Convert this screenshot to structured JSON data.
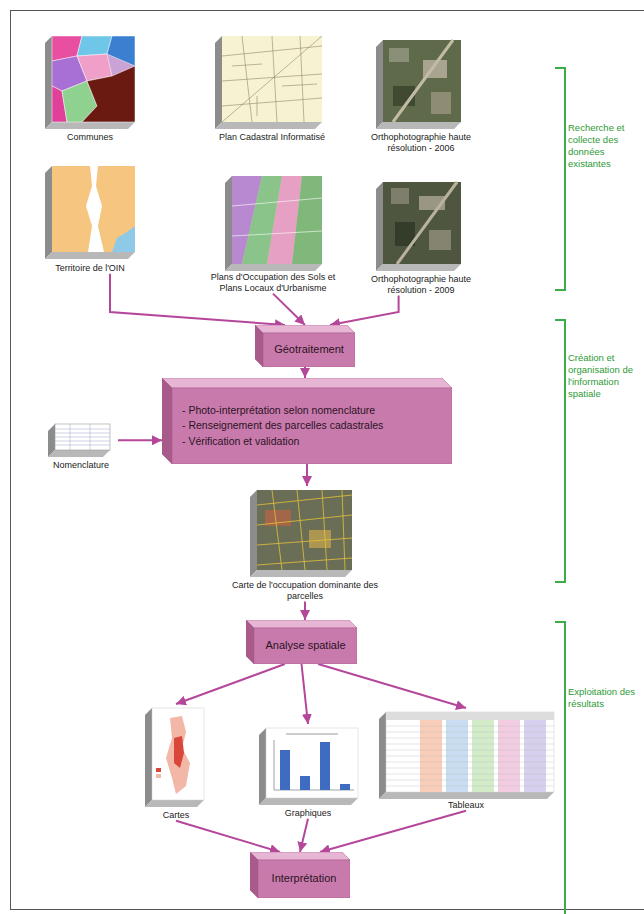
{
  "diagram": {
    "nodes": [
      {
        "text": [
          "Communes"
        ]
      },
      {
        "text": [
          "Plan Cadastral Informatisé"
        ]
      },
      {
        "text": [
          "Orthophotographie haute résolution - 2006"
        ]
      },
      {
        "text": [
          "Territoire de l'OIN"
        ]
      },
      {
        "text": [
          "Plans d'Occupation des Sols et Plans Locaux d'Urbanisme"
        ]
      },
      {
        "text": [
          "Orthophotographie haute résolution - 2009"
        ]
      },
      {
        "text": [
          "Géotraitement"
        ]
      },
      {
        "text": [
          "Nomenclature"
        ]
      },
      {
        "text": [
          "- Photo-interprétation selon nomenclature",
          "- Renseignement des parcelles cadastrales",
          "- Vérification et validation"
        ]
      },
      {
        "text": [
          "Carte de l'occupation dominante des parcelles"
        ]
      },
      {
        "text": [
          "Analyse spatiale"
        ]
      },
      {
        "text": [
          "Cartes"
        ]
      },
      {
        "text": [
          "Graphiques"
        ]
      },
      {
        "text": [
          "Tableaux"
        ]
      },
      {
        "text": [
          "Interprétation"
        ]
      }
    ],
    "edges": [
      {
        "from": 3,
        "to": 6,
        "arrow": "to"
      },
      {
        "from": 4,
        "to": 6,
        "arrow": "to"
      },
      {
        "from": 5,
        "to": 6,
        "arrow": "to"
      },
      {
        "from": 6,
        "to": 8,
        "arrow": "to"
      },
      {
        "from": 7,
        "to": 8,
        "arrow": "to"
      },
      {
        "from": 8,
        "to": 9,
        "arrow": "to"
      },
      {
        "from": 9,
        "to": 10,
        "arrow": "to"
      },
      {
        "from": 10,
        "to": 11,
        "arrow": "to"
      },
      {
        "from": 10,
        "to": 12,
        "arrow": "to"
      },
      {
        "from": 10,
        "to": 13,
        "arrow": "to"
      },
      {
        "from": 11,
        "to": 14,
        "arrow": "to"
      },
      {
        "from": 12,
        "to": 14,
        "arrow": "to"
      },
      {
        "from": 13,
        "to": 14,
        "arrow": "to"
      }
    ],
    "labels": [
      "Recherche et collecte des données existantes",
      "Création et organisation de l'information spatiale",
      "Exploitation des résultats"
    ]
  }
}
